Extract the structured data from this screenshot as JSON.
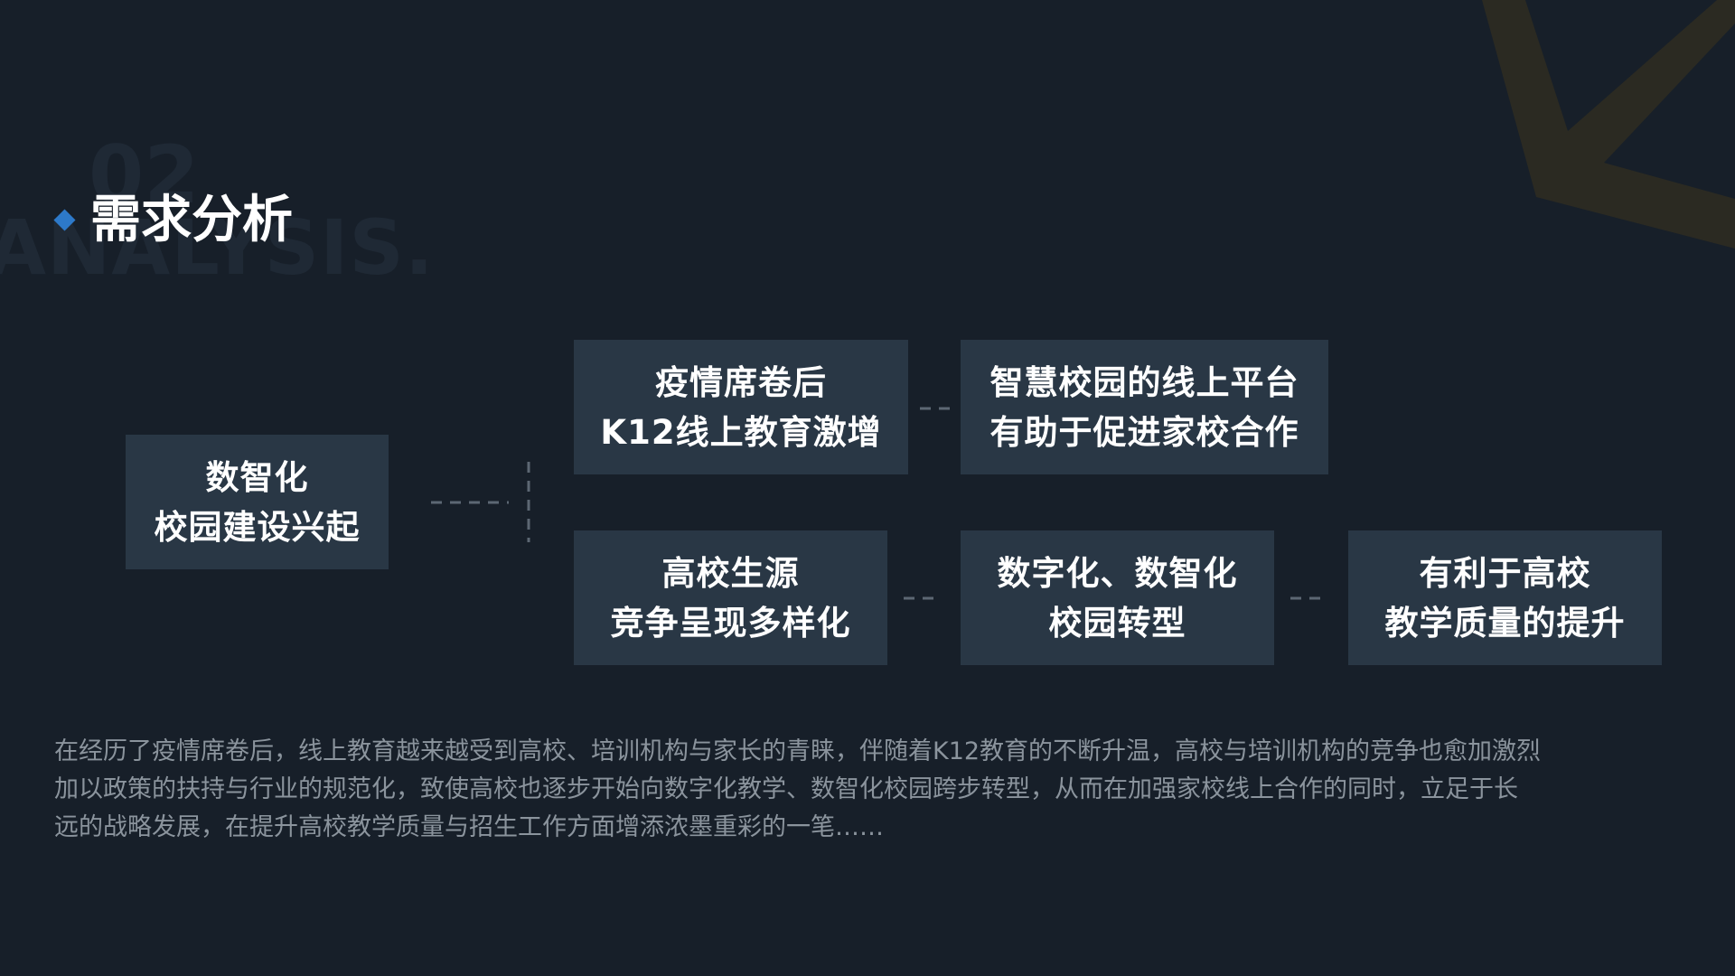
{
  "header": {
    "bg_number": "02",
    "bg_word": "ANALYSIS.",
    "title": "需求分析"
  },
  "boxes": {
    "root": {
      "line1": "数智化",
      "line2": "校园建设兴起"
    },
    "top_left": {
      "line1": "疫情席卷后",
      "line2": "K12线上教育激增"
    },
    "top_right": {
      "line1": "智慧校园的线上平台",
      "line2": "有助于促进家校合作"
    },
    "bottom_left": {
      "line1": "高校生源",
      "line2": "竞争呈现多样化"
    },
    "bottom_mid": {
      "line1": "数字化、数智化",
      "line2": "校园转型"
    },
    "bottom_right": {
      "line1": "有利于高校",
      "line2": "教学质量的提升"
    }
  },
  "description": {
    "line1": "在经历了疫情席卷后，线上教育越来越受到高校、培训机构与家长的青睐，伴随着K12教育的不断升温，高校与培训机构的竞争也愈加激烈",
    "line2": "加以政策的扶持与行业的规范化，致使高校也逐步开始向数字化教学、数智化校园跨步转型，从而在加强家校线上合作的同时，立足于长",
    "line3": "远的战略发展，在提升高校教学质量与招生工作方面增添浓墨重彩的一笔……"
  },
  "colors": {
    "background": "#171f29",
    "box": "#293745",
    "accent": "#2d79c9",
    "arrow_decoration": "#2b2a22",
    "body_text": "#8b949d"
  }
}
